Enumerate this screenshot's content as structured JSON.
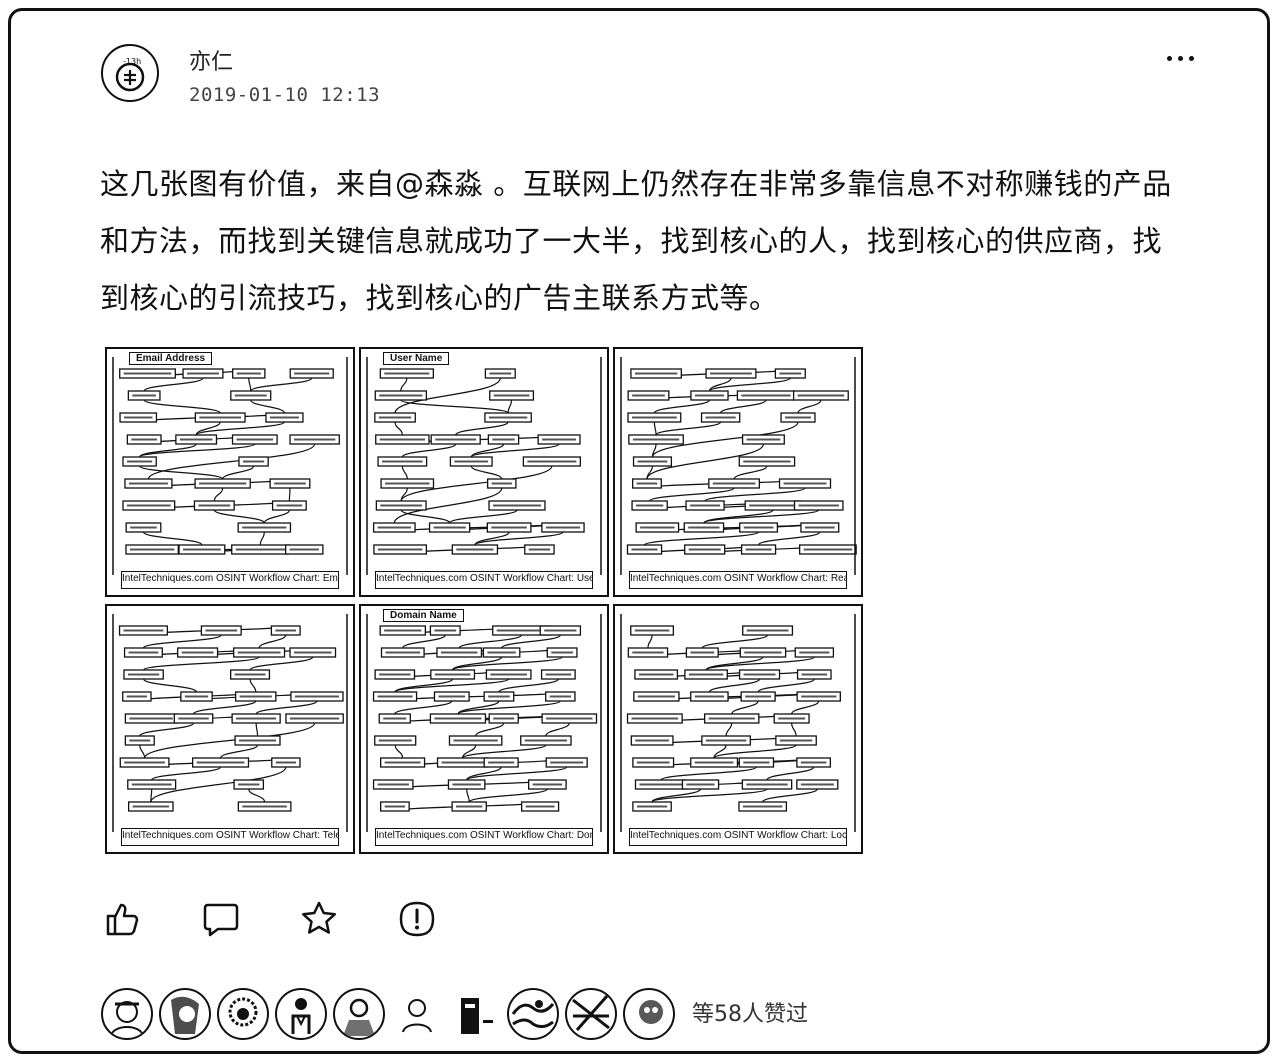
{
  "post": {
    "author": "亦仁",
    "timestamp": "2019-01-10 12:13",
    "avatar_icon": "logo-icon",
    "content": "这几张图有价值，来自@森淼 。互联网上仍然存在非常多靠信息不对称赚钱的产品和方法，而找到关键信息就成功了一大半，找到核心的人，找到核心的供应商，找到核心的引流技巧，找到核心的广告主联系方式等。"
  },
  "images": [
    {
      "title": "Email Address",
      "caption": "IntelTechniques.com OSINT Workflow Chart: Email Address"
    },
    {
      "title": "User Name",
      "caption": "IntelTechniques.com OSINT Workflow Chart: User Name"
    },
    {
      "title": "",
      "caption": "IntelTechniques.com OSINT Workflow Chart: Real Name"
    },
    {
      "title": "",
      "caption": "IntelTechniques.com OSINT Workflow Chart: Telephone #"
    },
    {
      "title": "Domain Name",
      "caption": "IntelTechniques.com OSINT Workflow Chart: Domain Name"
    },
    {
      "title": "",
      "caption": "IntelTechniques.com OSINT Workflow Chart: Location"
    }
  ],
  "actions": {
    "like_icon": "thumbs-up-icon",
    "comment_icon": "comment-icon",
    "star_icon": "star-icon",
    "report_icon": "report-icon"
  },
  "likes": {
    "text": "等58人赞过",
    "avatar_count": 10
  }
}
